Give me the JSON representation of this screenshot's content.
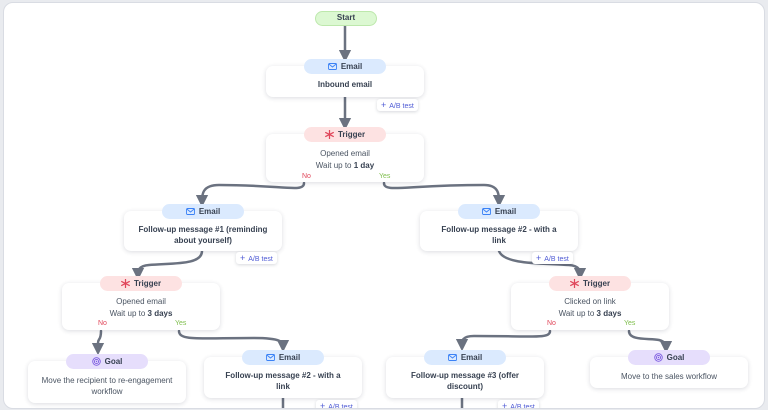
{
  "colors": {
    "wire": "#6b7280",
    "email_pill": "#dbeafe",
    "trigger_pill": "#fde2e2",
    "goal_pill": "#e6defc",
    "start_pill": "#dcf8d2",
    "ab_text": "#4f5bd5",
    "no": "#e0475b",
    "yes": "#7fbf4d"
  },
  "start": {
    "label": "Start"
  },
  "ab_label": "A/B test",
  "branch": {
    "no": "No",
    "yes": "Yes"
  },
  "nodes": {
    "email1": {
      "type": "Email",
      "icon": "mail-icon",
      "title": "Inbound email"
    },
    "trigger1": {
      "type": "Trigger",
      "icon": "trigger-icon",
      "line1": "Opened email",
      "line2_prefix": "Wait up to",
      "line2_value": "1 day"
    },
    "email_left": {
      "type": "Email",
      "icon": "mail-icon",
      "title": "Follow-up message #1 (reminding about yourself)"
    },
    "email_right": {
      "type": "Email",
      "icon": "mail-icon",
      "title": "Follow-up message #2  - with a link"
    },
    "trigger_left": {
      "type": "Trigger",
      "icon": "trigger-icon",
      "line1": "Opened email",
      "line2_prefix": "Wait up to",
      "line2_value": "3 days"
    },
    "trigger_right": {
      "type": "Trigger",
      "icon": "trigger-icon",
      "line1": "Clicked on link",
      "line2_prefix": "Wait up to",
      "line2_value": "3 days"
    },
    "goal_left": {
      "type": "Goal",
      "icon": "target-icon",
      "title": "Move the recipient to re-engagement workflow"
    },
    "email_bottom_left": {
      "type": "Email",
      "icon": "mail-icon",
      "title": "Follow-up message #2  - with a link"
    },
    "email_bottom_right": {
      "type": "Email",
      "icon": "mail-icon",
      "title": "Follow-up message #3 (offer discount)"
    },
    "goal_right": {
      "type": "Goal",
      "icon": "target-icon",
      "title": "Move to the sales workflow"
    }
  }
}
